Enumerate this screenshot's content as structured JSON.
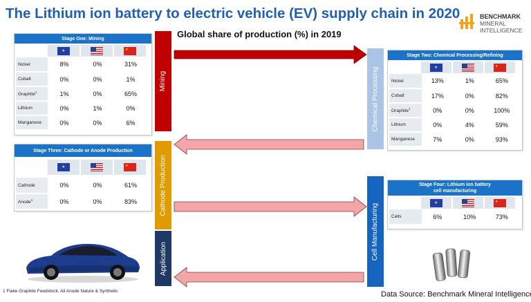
{
  "title": "The Lithium ion battery to electric vehicle (EV) supply chain in 2020",
  "subtitle": "Global share of production (%) in 2019",
  "logo": {
    "line1": "BENCHMARK",
    "line2": "MINERAL",
    "line3": "INTELLIGENCE"
  },
  "flags": [
    "eu-flag",
    "us-flag",
    "china-flag"
  ],
  "stage1": {
    "title": "Stage One: Mining",
    "rows": [
      {
        "label": "Nickel",
        "sup": "",
        "eu": "8%",
        "us": "0%",
        "cn": "31%"
      },
      {
        "label": "Cobalt",
        "sup": "",
        "eu": "0%",
        "us": "0%",
        "cn": "1%"
      },
      {
        "label": "Graphite",
        "sup": "1",
        "eu": "1%",
        "us": "0%",
        "cn": "65%"
      },
      {
        "label": "Lithium",
        "sup": "",
        "eu": "0%",
        "us": "1%",
        "cn": "0%"
      },
      {
        "label": "Manganese",
        "sup": "",
        "eu": "0%",
        "us": "0%",
        "cn": "6%"
      }
    ]
  },
  "stage2": {
    "title": "Stage Two: Chemical Processing/Refining",
    "rows": [
      {
        "label": "Nickel",
        "sup": "",
        "eu": "13%",
        "us": "1%",
        "cn": "65%"
      },
      {
        "label": "Cobalt",
        "sup": "",
        "eu": "17%",
        "us": "0%",
        "cn": "82%"
      },
      {
        "label": "Graphite",
        "sup": "1",
        "eu": "0%",
        "us": "0%",
        "cn": "100%"
      },
      {
        "label": "Lithium",
        "sup": "",
        "eu": "0%",
        "us": "4%",
        "cn": "59%"
      },
      {
        "label": "Manganese",
        "sup": "",
        "eu": "7%",
        "us": "0%",
        "cn": "93%"
      }
    ]
  },
  "stage3": {
    "title": "Stage Three: Cathode or Anode Production",
    "rows": [
      {
        "label": "Cathode",
        "sup": "",
        "eu": "0%",
        "us": "0%",
        "cn": "61%"
      },
      {
        "label": "Anode",
        "sup": "1",
        "eu": "0%",
        "us": "0%",
        "cn": "83%"
      }
    ]
  },
  "stage4": {
    "title_line1": "Stage Four: Lithium ion battery",
    "title_line2": "cell manufacturing",
    "rows": [
      {
        "label": "Cells",
        "sup": "",
        "eu": "6%",
        "us": "10%",
        "cn": "73%"
      }
    ]
  },
  "bars": {
    "mining": "Mining",
    "cathode": "Cathode Production",
    "application": "Application",
    "chemical": "Chemical Processing",
    "cell": "Cell Manufacturing"
  },
  "colors": {
    "mining": "#c00000",
    "cathode": "#e09b00",
    "application": "#1f3864",
    "chemical": "#a9c4e4",
    "cell": "#1565c0",
    "arrow_dark": "#c00000",
    "arrow_light": "#f2a6a8",
    "header": "#1a73c9"
  },
  "footnote": "1 Flake Graphite Feedstock, All Anode Nature & Synthetic",
  "source": "Data Source: Benchmark Mineral Intelligence"
}
